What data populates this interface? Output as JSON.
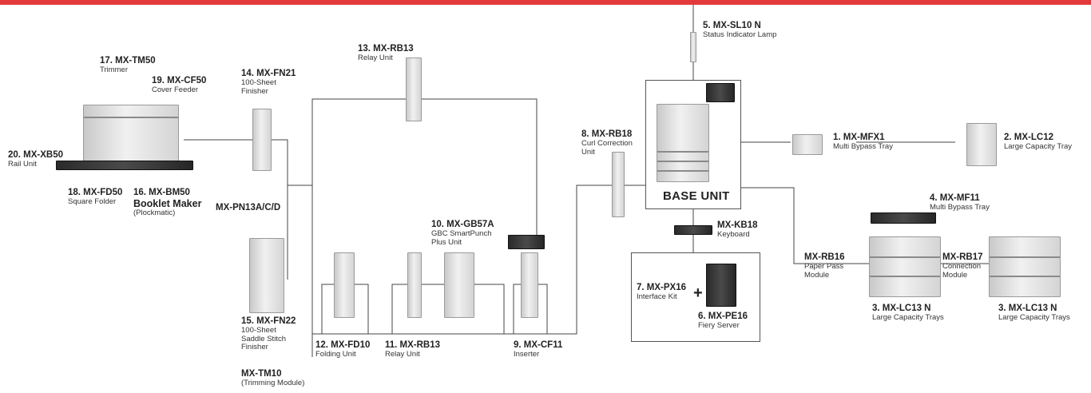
{
  "base_unit": {
    "label": "BASE UNIT"
  },
  "plus_sign": "+",
  "labels": [
    {
      "id": "mx-sl10n",
      "code": "5. MX-SL10 N",
      "name": "Status Indicator Lamp"
    },
    {
      "id": "mx-rb13-top",
      "code": "13. MX-RB13",
      "name": "Relay Unit"
    },
    {
      "id": "mx-tm50",
      "code": "17. MX-TM50",
      "name": "Trimmer"
    },
    {
      "id": "mx-cf50",
      "code": "19. MX-CF50",
      "name": "Cover Feeder"
    },
    {
      "id": "mx-fn21",
      "code": "14. MX-FN21",
      "name": "100-Sheet\nFinisher"
    },
    {
      "id": "mx-xb50",
      "code": "20. MX-XB50",
      "name": "Rail Unit"
    },
    {
      "id": "mx-fd50",
      "code": "18. MX-FD50",
      "name": "Square Folder"
    },
    {
      "id": "mx-bm50",
      "code": "16. MX-BM50",
      "name": "(Plockmatic)",
      "extra": "Booklet Maker"
    },
    {
      "id": "mx-pn13",
      "code": "MX-PN13A/C/D",
      "name": ""
    },
    {
      "id": "mx-rb18",
      "code": "8. MX-RB18",
      "name": "Curl Correction\nUnit"
    },
    {
      "id": "mx-mfx1",
      "code": "1. MX-MFX1",
      "name": "Multi Bypass Tray"
    },
    {
      "id": "mx-lc12",
      "code": "2. MX-LC12",
      "name": "Large Capacity Tray"
    },
    {
      "id": "mx-mf11",
      "code": "4. MX-MF11",
      "name": "Multi Bypass Tray"
    },
    {
      "id": "mx-kb18",
      "code": "MX-KB18",
      "name": "Keyboard"
    },
    {
      "id": "mx-gb57a",
      "code": "10. MX-GB57A",
      "name": "GBC SmartPunch\nPlus Unit"
    },
    {
      "id": "mx-rb16",
      "code": "MX-RB16",
      "name": "Paper Pass\nModule"
    },
    {
      "id": "mx-rb17",
      "code": "MX-RB17",
      "name": "Connection\nModule"
    },
    {
      "id": "mx-px16",
      "code": "7. MX-PX16",
      "name": "Interface Kit"
    },
    {
      "id": "mx-pe16",
      "code": "6. MX-PE16",
      "name": "Fiery Server"
    },
    {
      "id": "mx-lc13n-a",
      "code": "3. MX-LC13 N",
      "name": "Large Capacity Trays"
    },
    {
      "id": "mx-lc13n-b",
      "code": "3. MX-LC13 N",
      "name": "Large Capacity Trays"
    },
    {
      "id": "mx-fn22",
      "code": "15. MX-FN22",
      "name": "100-Sheet\nSaddle Stitch\nFinisher"
    },
    {
      "id": "mx-fd10",
      "code": "12. MX-FD10",
      "name": "Folding Unit"
    },
    {
      "id": "mx-rb13-bottom",
      "code": "11. MX-RB13",
      "name": "Relay Unit"
    },
    {
      "id": "mx-cf11",
      "code": "9. MX-CF11",
      "name": "Inserter"
    },
    {
      "id": "mx-tm10",
      "code": "MX-TM10",
      "name": "(Trimming Module)"
    }
  ]
}
